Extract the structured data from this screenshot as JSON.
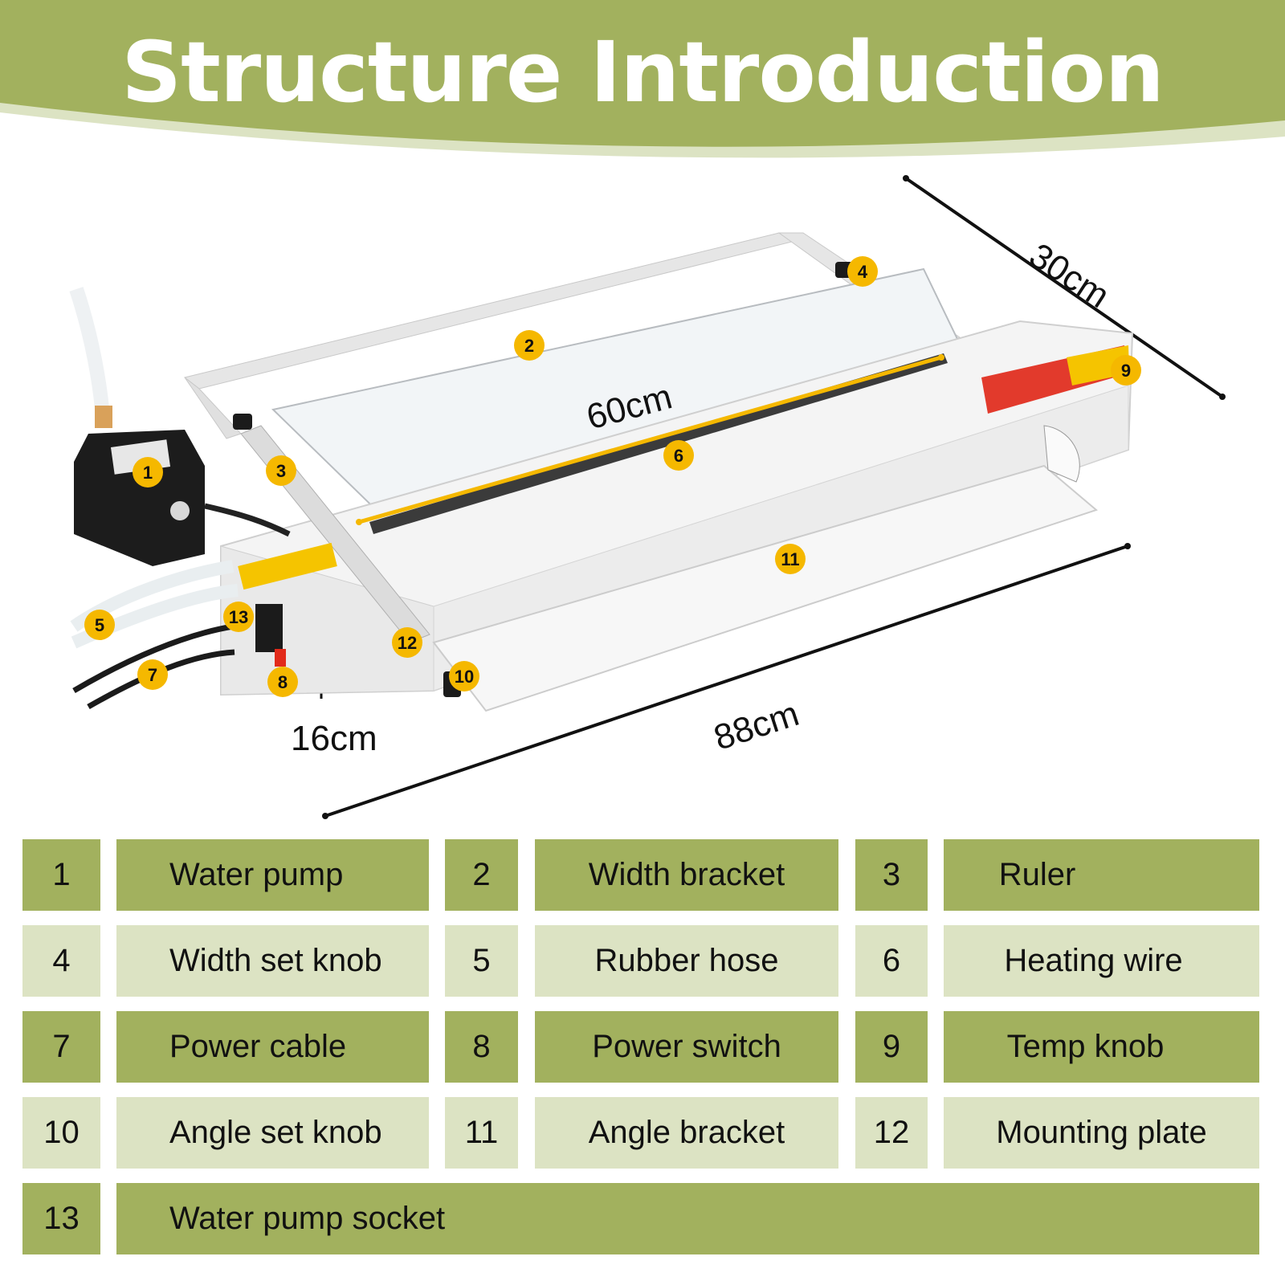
{
  "header": {
    "title": "Structure Introduction",
    "color": "#a2b15e",
    "accent_light": "#dce3c3"
  },
  "dimensions": {
    "depth": "30cm",
    "wire_length": "60cm",
    "height": "16cm",
    "length": "88cm"
  },
  "callouts": [
    "1",
    "2",
    "3",
    "4",
    "5",
    "6",
    "7",
    "8",
    "9",
    "10",
    "11",
    "12",
    "13"
  ],
  "callout_color": "#f5b800",
  "legend": [
    {
      "num": "1",
      "label": "Water pump"
    },
    {
      "num": "2",
      "label": "Width bracket"
    },
    {
      "num": "3",
      "label": "Ruler"
    },
    {
      "num": "4",
      "label": "Width set knob"
    },
    {
      "num": "5",
      "label": "Rubber hose"
    },
    {
      "num": "6",
      "label": "Heating wire"
    },
    {
      "num": "7",
      "label": "Power cable"
    },
    {
      "num": "8",
      "label": "Power switch"
    },
    {
      "num": "9",
      "label": "Temp knob"
    },
    {
      "num": "10",
      "label": "Angle set knob"
    },
    {
      "num": "11",
      "label": "Angle bracket"
    },
    {
      "num": "12",
      "label": "Mounting plate"
    },
    {
      "num": "13",
      "label": "Water pump socket"
    }
  ]
}
